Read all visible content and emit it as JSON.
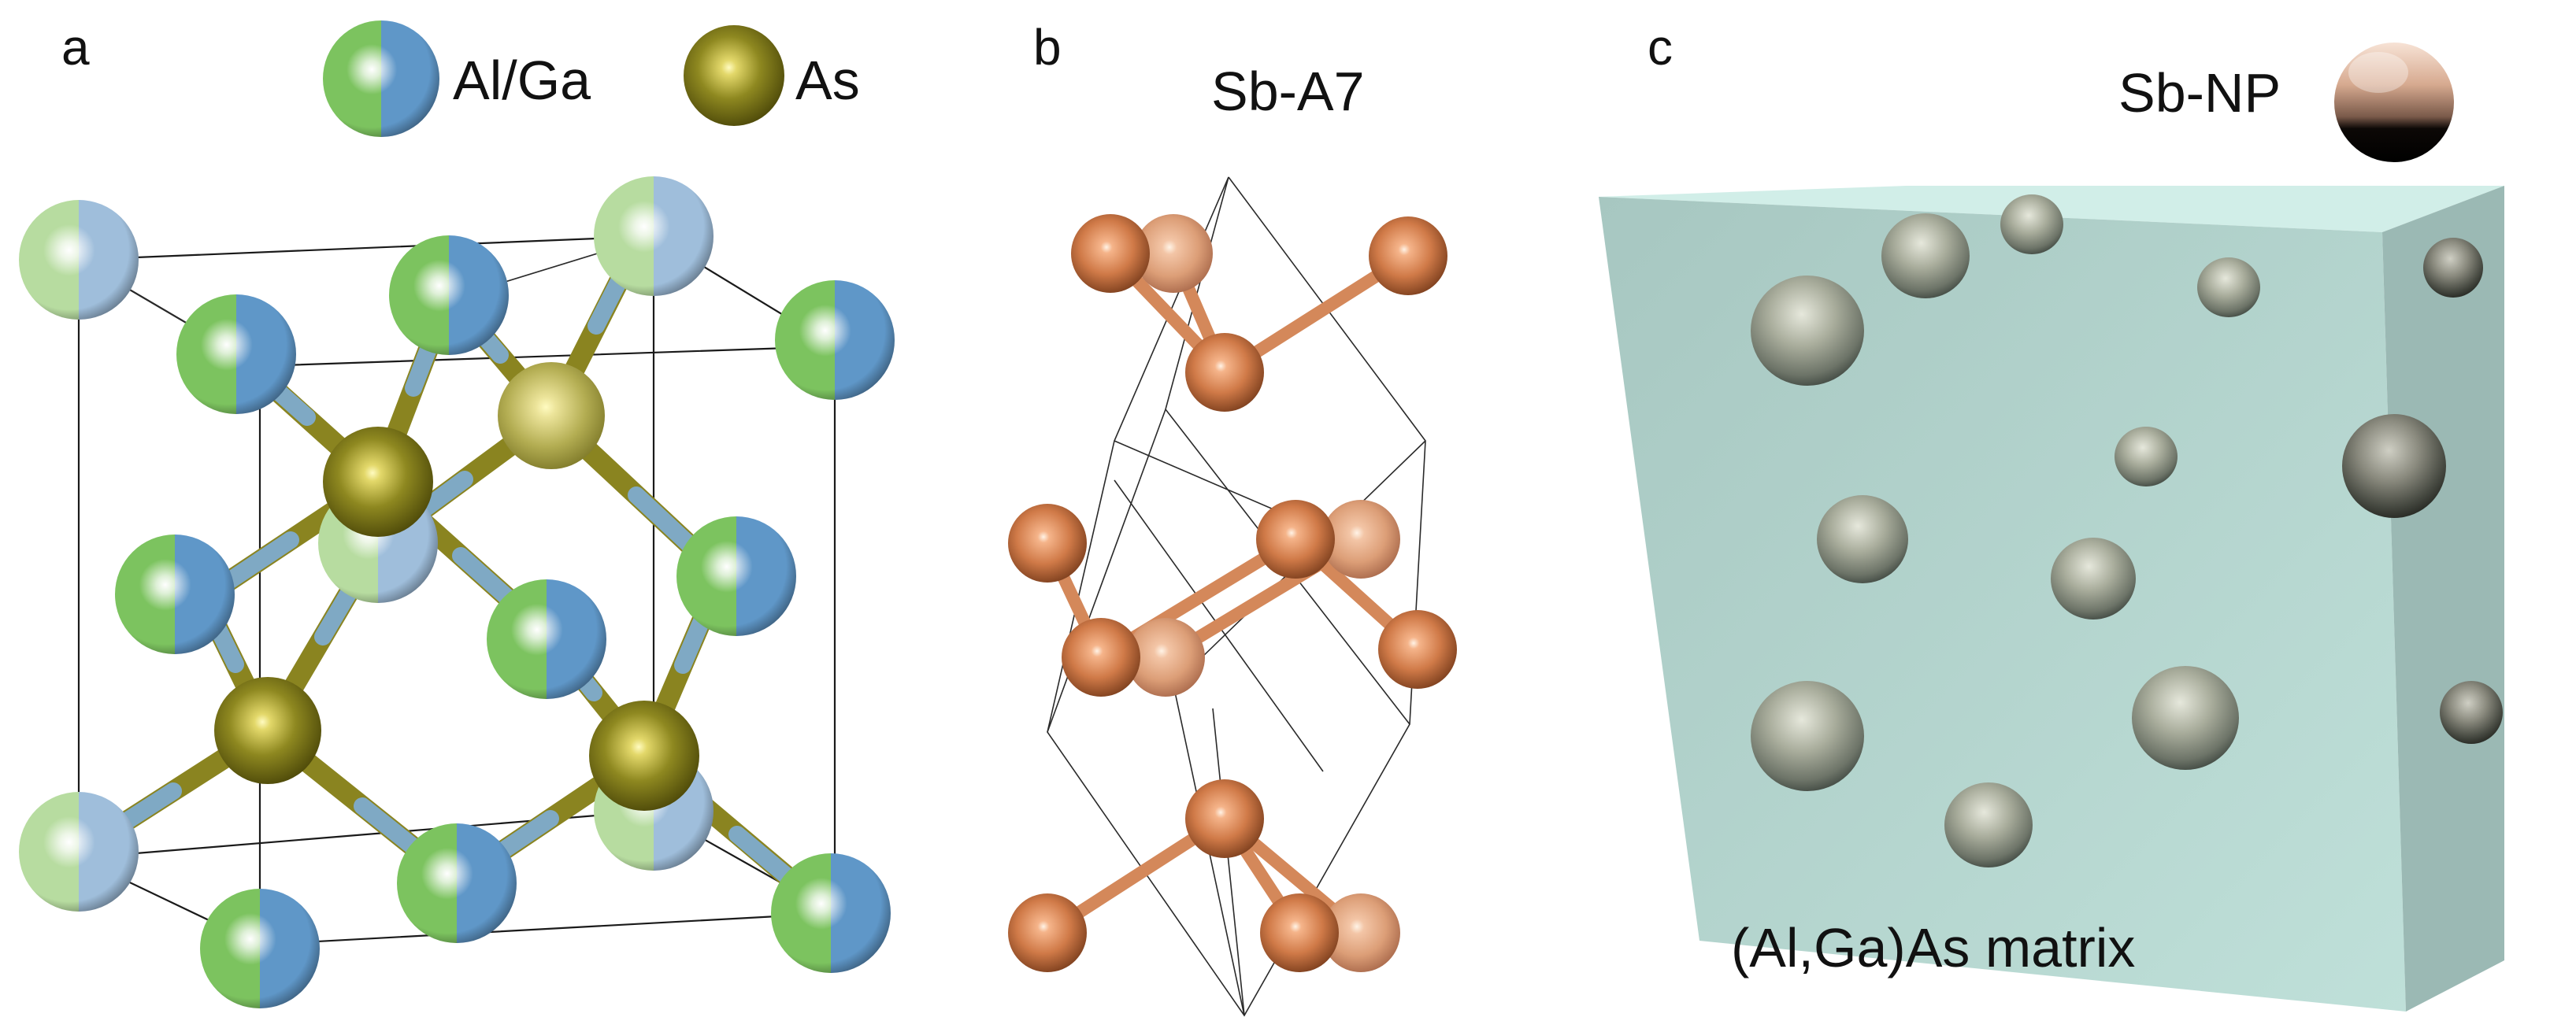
{
  "panels": {
    "a": {
      "letter": "a",
      "legend": [
        {
          "label": "Al/Ga",
          "icon": "al-ga-atom"
        },
        {
          "label": "As",
          "icon": "as-atom"
        }
      ]
    },
    "b": {
      "letter": "b",
      "title": "Sb-A7"
    },
    "c": {
      "letter": "c",
      "nanoparticle_label": "Sb-NP",
      "matrix_label": "(Al,Ga)As matrix"
    }
  },
  "colors": {
    "al_green": "#7ec06a",
    "ga_blue": "#6e9cc6",
    "as_olive": "#8a8420",
    "sb_copper": "#d07a48",
    "matrix_cyan": "#b7dcd6"
  }
}
